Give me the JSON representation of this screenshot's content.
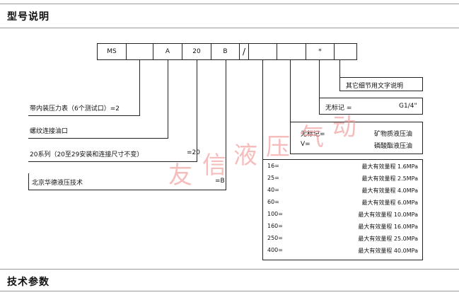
{
  "sections": {
    "model_title": "型号说明",
    "tech_title": "技术参数"
  },
  "code": {
    "cells": [
      "MS",
      "",
      "A",
      "20",
      "B",
      "/",
      "",
      "",
      "*"
    ]
  },
  "notes": {
    "other": "其它细节用文字说明",
    "thread_label": "无标记 =",
    "thread_value": "G1/4\"",
    "oil_mineral_label": "无标记=",
    "oil_mineral_value": "矿物质液压油",
    "oil_phosphate_label": "V=",
    "oil_phosphate_value": "磷酸酯液压油",
    "gauge": "带内装压力表（6个测试口）=2",
    "threaded": "螺纹连接油口",
    "series_text": "20系列（20至29安装和连接尺寸不变）",
    "series_value": "=20",
    "maker_text": "北京华德液压技术",
    "maker_value": "=B"
  },
  "pressure_table": [
    {
      "code": "16=",
      "desc": "最大有效量程 1.6MPa"
    },
    {
      "code": "25=",
      "desc": "最大有效量程 2.5MPa"
    },
    {
      "code": "40=",
      "desc": "最大有效量程 4.0MPa"
    },
    {
      "code": "60=",
      "desc": "最大有效量程 6.0MPa"
    },
    {
      "code": "100=",
      "desc": "最大有效量程 10.0MPa"
    },
    {
      "code": "160=",
      "desc": "最大有效量程 16.0MPa"
    },
    {
      "code": "250=",
      "desc": "最大有效量程 25.0MPa"
    },
    {
      "code": "400=",
      "desc": "最大有效量程 40.0MPa"
    }
  ],
  "watermark": [
    "友",
    "信",
    "液",
    "压",
    "气",
    "动"
  ]
}
